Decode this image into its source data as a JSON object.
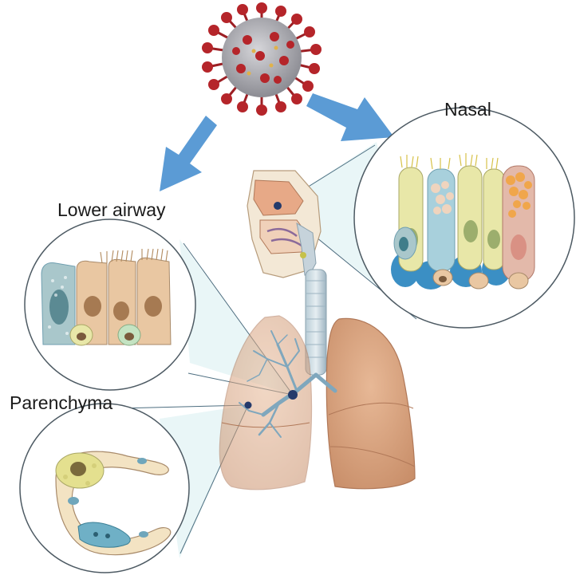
{
  "labels": {
    "nasal": "Nasal",
    "lower_airway": "Lower airway",
    "parenchyma": "Parenchyma"
  },
  "colors": {
    "arrow": "#5b9bd5",
    "virus_spike": "#b5252a",
    "virus_body": "#9a9aa0",
    "lung": "#d9a37f",
    "lung_shadow": "#c4896a",
    "trachea": "#9fb7c4",
    "airway_tree": "#7fa7bd",
    "callout_fill": "#cfe9ea",
    "cell_tan": "#e9c7a2",
    "cell_blue": "#3b8fc4",
    "cell_yellow": "#e8e7a8",
    "cell_gray": "#a9c7cb"
  }
}
